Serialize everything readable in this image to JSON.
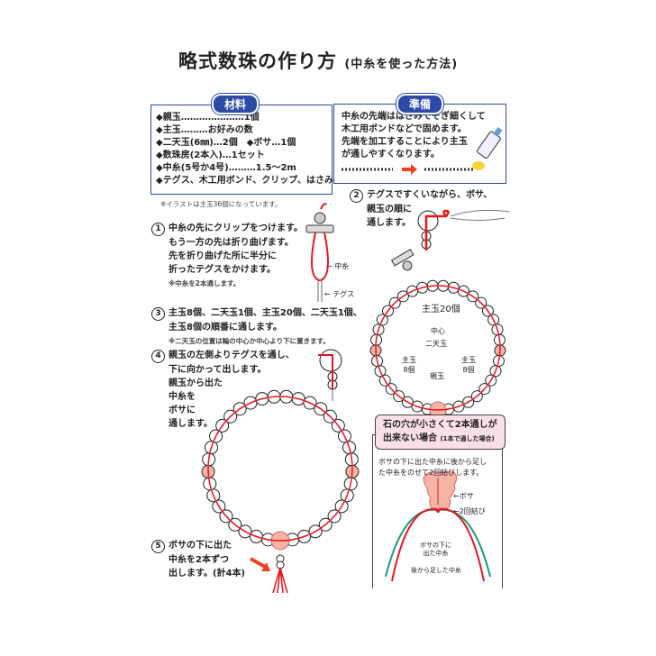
{
  "title": {
    "main": "略式数珠の作り方",
    "sub": "(中糸を使った方法)"
  },
  "materials": {
    "heading": "材料",
    "items": [
      "◆親玉…………………1個",
      "◆主玉………お好みの数",
      "◆二天玉(6㎜)…2個　◆ボサ…1個",
      "◆数珠房(2本入)…1セット",
      "◆中糸(5号か4号)………1.5〜2m",
      "◆テグス、木工用ボンド、クリップ、はさみ"
    ],
    "note": "※イラストは主玉36個になっています。"
  },
  "prep": {
    "heading": "準備",
    "lines": [
      "中糸の先端ははさみでそぎ細くして",
      "木工用ボンドなどで固めます。",
      "先端を加工することにより主玉",
      "が通しやすくなります。"
    ]
  },
  "steps": [
    {
      "num": "1",
      "lines": [
        "中糸の先にクリップをつけます。",
        "もう一方の先は折り曲げます。",
        "先を折り曲げた所に半分に",
        "折ったテグスをかけます。"
      ],
      "note": "※中糸を2本通します。",
      "labels": [
        "中糸",
        "テグス"
      ]
    },
    {
      "num": "2",
      "lines": [
        "テグスですくいながら、ボサ、",
        "親玉の順に",
        "通します。"
      ]
    },
    {
      "num": "3",
      "lines": [
        "主玉8個、二天玉1個、主玉20個、二天玉1個、",
        "主玉8個の順番に通します。"
      ],
      "note": "※二天玉の位置は輪の中心か中心より下に置きます。"
    },
    {
      "num": "4",
      "lines": [
        "親玉の左側よりテグスを通し、",
        "下に向かって出します。",
        "親玉から出た",
        "中糸を",
        "ボサに",
        "通します。"
      ]
    },
    {
      "num": "5",
      "lines": [
        "ボサの下に出た",
        "中糸を2本ずつ",
        "出します。(計4本)"
      ]
    }
  ],
  "ring_diagram": {
    "top": "主玉20個",
    "center": "中心",
    "nitendama": "二天玉",
    "side_left": [
      "主玉",
      "8個"
    ],
    "side_right": [
      "主玉",
      "8個"
    ],
    "oyadama": "親玉"
  },
  "alt": {
    "heading": [
      "石の穴が小さくて2本通しが",
      "出来ない場合"
    ],
    "heading_small": "(1本で通した場合)",
    "lines": [
      "ボサの下に出た中糸に後から足し",
      "た中糸をのせて2回結びします。"
    ],
    "labels": {
      "bosa": "←ボサ",
      "knot": "←2回結び",
      "inner": [
        "ボサの下に",
        "出た中糸"
      ],
      "outer": "後から足した中糸"
    }
  },
  "colors": {
    "accent": "#2d4aa6",
    "thread": "#e8141e",
    "pink": "#f7b3a6",
    "green": "#1b9a78"
  }
}
